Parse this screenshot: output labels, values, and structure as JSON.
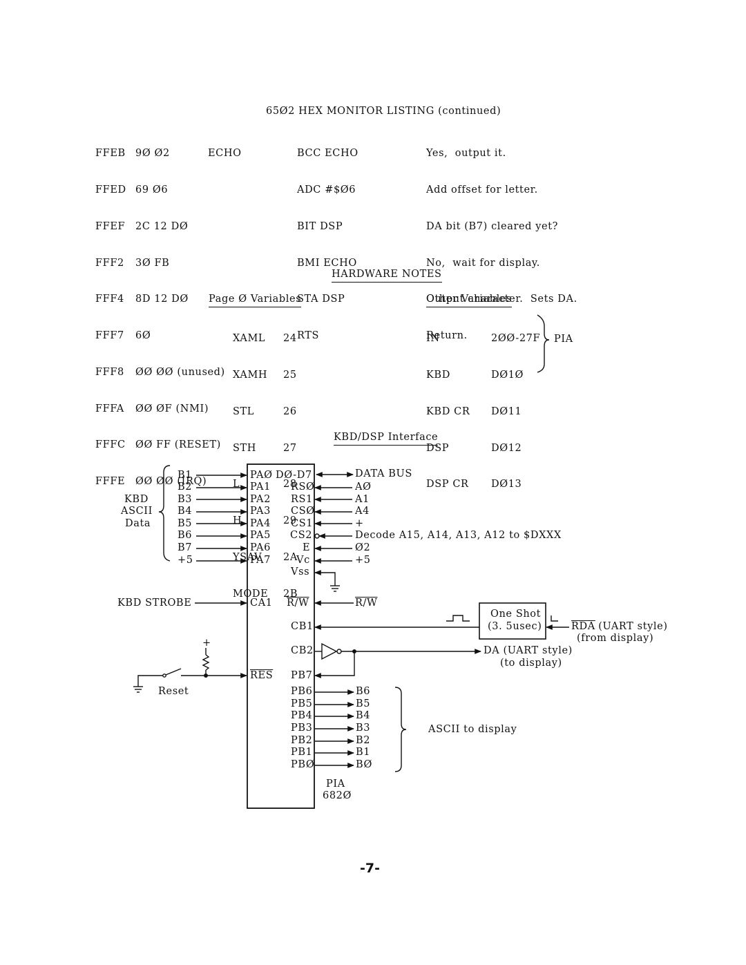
{
  "listing": {
    "title": "65Ø2 HEX MONITOR LISTING (continued)",
    "rows": [
      {
        "addr": "FFEB",
        "bytes": "9Ø Ø2",
        "label": "",
        "instr": "BCC ECHO",
        "comment": "Yes,  output it."
      },
      {
        "addr": "FFED",
        "bytes": "69 Ø6",
        "label": "",
        "instr": "ADC #$Ø6",
        "comment": "Add offset for letter."
      },
      {
        "addr": "FFEF",
        "bytes": "2C 12 DØ",
        "label": "ECHO",
        "instr": "BIT DSP",
        "comment": "DA bit (B7) cleared yet?"
      },
      {
        "addr": "FFF2",
        "bytes": "3Ø FB",
        "label": "",
        "instr": "BMI ECHO",
        "comment": "No,  wait for display."
      },
      {
        "addr": "FFF4",
        "bytes": "8D 12 DØ",
        "label": "",
        "instr": "STA DSP",
        "comment": "Output character.  Sets DA."
      },
      {
        "addr": "FFF7",
        "bytes": "6Ø",
        "label": "",
        "instr": "RTS",
        "comment": "Return."
      },
      {
        "addr": "FFF8",
        "bytes": "ØØ ØØ (unused)",
        "label": "",
        "instr": "",
        "comment": ""
      },
      {
        "addr": "FFFA",
        "bytes": "ØØ ØF (NMI)",
        "label": "",
        "instr": "",
        "comment": ""
      },
      {
        "addr": "FFFC",
        "bytes": "ØØ FF (RESET)",
        "label": "",
        "instr": "",
        "comment": ""
      },
      {
        "addr": "FFFE",
        "bytes": "ØØ ØØ (IRQ)",
        "label": "",
        "instr": "",
        "comment": ""
      }
    ]
  },
  "hardware": {
    "title": "HARDWARE NOTES",
    "page0": {
      "heading": "Page Ø Variables",
      "rows": [
        {
          "name": "XAML",
          "addr": "24"
        },
        {
          "name": "XAMH",
          "addr": "25"
        },
        {
          "name": "STL",
          "addr": "26"
        },
        {
          "name": "STH",
          "addr": "27"
        },
        {
          "name": "L",
          "addr": "28"
        },
        {
          "name": "H",
          "addr": "29"
        },
        {
          "name": "YSAV",
          "addr": "2A"
        },
        {
          "name": "MODE",
          "addr": "2B"
        }
      ]
    },
    "other": {
      "heading": "Other Variables",
      "rows": [
        {
          "name": "IN",
          "addr": "2ØØ-27F"
        },
        {
          "name": "KBD",
          "addr": "DØ1Ø"
        },
        {
          "name": "KBD CR",
          "addr": "DØ11"
        },
        {
          "name": "DSP",
          "addr": "DØ12"
        },
        {
          "name": "DSP CR",
          "addr": "DØ13"
        }
      ],
      "group_label": "PIA"
    }
  },
  "diagram": {
    "title": "KBD/DSP Interface",
    "kbd_label": [
      "KBD",
      "ASCII",
      "Data"
    ],
    "left_inputs": [
      "B1",
      "B2",
      "B3",
      "B4",
      "B5",
      "B6",
      "B7",
      "+5"
    ],
    "pa_pins": [
      "PAØ",
      "PA1",
      "PA2",
      "PA3",
      "PA4",
      "PA5",
      "PA6",
      "PA7"
    ],
    "right_pins": [
      "DØ-D7",
      "RSØ",
      "RS1",
      "CSØ",
      "CS1",
      "CS2",
      "E",
      "Vc",
      "Vss"
    ],
    "right_signals": [
      "DATA BUS",
      "AØ",
      "A1",
      "A4",
      "+",
      "Decode A15, A14, A13, A12 to $DXXX",
      "Ø2",
      "+5"
    ],
    "kbd_strobe": "KBD STROBE",
    "ca1": "CA1",
    "rw_pin": "R/W",
    "rw_signal": "R/W",
    "cb1": "CB1",
    "cb2": "CB2",
    "pb7": "PB7",
    "res": "RES",
    "reset_label": "Reset",
    "plus": "+",
    "one_shot": [
      "One Shot",
      "(3. 5usec)"
    ],
    "rda": "RDA",
    "rda_rest": " (UART style)",
    "from_display": "(from display)",
    "da": "DA (UART style)",
    "to_display": "(to display)",
    "pb_pins": [
      "PB6",
      "PB5",
      "PB4",
      "PB3",
      "PB2",
      "PB1",
      "PBØ"
    ],
    "pb_outputs": [
      "B6",
      "B5",
      "B4",
      "B3",
      "B2",
      "B1",
      "BØ"
    ],
    "ascii_to_display": "ASCII to display",
    "chip": [
      "PIA",
      "682Ø"
    ]
  },
  "page_number": "-7-"
}
